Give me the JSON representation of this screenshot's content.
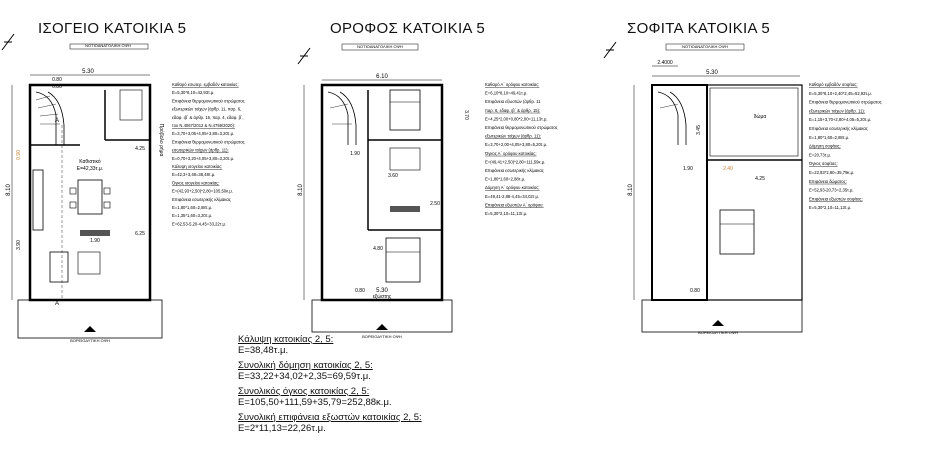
{
  "titles": {
    "ground": "ΙΣΟΓΕΙΟ ΚΑΤΟΙΚΙΑ 5",
    "floor": "ΟΡΟΦΟΣ ΚΑΤΟΙΚΙΑ 5",
    "attic": "ΣΟΦΙΤΑ ΚΑΤΟΙΚΙΑ 5"
  },
  "views": {
    "north": "ΝΟΤΙΟΑΝΑΤΟΛΙΚΗ ΟΨΗ",
    "south": "ΒΟΡΕΙΟΔΥΤΙΚΗ ΟΨΗ"
  },
  "ground": {
    "dim_top": "5.30",
    "dim_top_small": "0.80",
    "dim_side": "8.10",
    "room_label": "Καθιστικό",
    "room_area": "Ε=42,33τ.μ.",
    "side_label": "Πρόβολο ρήμα",
    "dims": [
      "1.90",
      "0.80",
      "6.25",
      "4.25",
      "3.90",
      "0.90"
    ],
    "section": "A"
  },
  "floor": {
    "dim_top": "6.10",
    "dim_bottom": "5.30",
    "dim_side": "8.10",
    "dims": [
      "3.70",
      "3.60",
      "1.90",
      "4.80",
      "2.50",
      "0.80"
    ],
    "balcony_label": "εξώστης"
  },
  "attic": {
    "dim_top": "5.30",
    "dim_top_left": "2.4000",
    "dim_side": "8.10",
    "dims": [
      "3.45",
      "2.40",
      "4.25",
      "1.90",
      "0.80"
    ],
    "terrace_label": "δώμα"
  },
  "notes": {
    "ground": [
      "Καθαρό εσωτερ. εμβαδόν κατοικίας:",
      "Ε=5,30*8,10=42,93τ.μ.",
      "Επιφάνεια θερμομονωτικού στρώματος",
      "εξωτερικών τοίχων (άρθρ. 11, παρ. 6,",
      "εδαφ. ιβ΄ & άρθρ. 15, παρ. 4, εδαφ. β΄,",
      "του Ν.4067/2012 & Ν.4759/2020):",
      "Ε=3,70+3,05+4,05+3,80=3,20τ.μ.",
      "Επιφάνεια θερμομονωτικού στρώματος",
      "εσωτερικών τοίχων (άρθρ. 11):",
      "Ε=0,70+3,20+4,05+3,80=3,20τ.μ.",
      "Κάλυψη ισογείου κατοικίας:",
      "Ε=42,3+3,48=38,48τ.μ.",
      "Όγκος ισογείου κατοικίας:",
      "Ε=(42,93+2,50)*2,80=105,50κ.μ.",
      "Επιφάνεια εσωτερικής κλίμακας",
      "Ε=1,80*1,60=2,88τ.μ.",
      "Ε=1,35*1,60=3,20τ.μ.",
      "Ε=62,53-5,20-4,45=33,22τ.μ."
    ],
    "floor": [
      "Καθαρό Α΄ ορόφου κατοικίας:",
      "Ε=6,10*8,10=49,41τ.μ.",
      "Επιφάνεια εξωστών (άρθρ. 11",
      "παρ. 6, εδαφ. ιβ΄ & άρθρ. 15):",
      "Ε=4,25*2,00+0,80*2,00=11,13τ.μ.",
      "Επιφάνεια θερμομονωτικού στρώματος",
      "εξωτερικών τοίχων (άρθρ. 11):",
      "Ε=3,70+2,00+4,05+3,80=5,20τ.μ.",
      "Όγκος Α΄ ορόφου κατοικίας:",
      "Ε=(49,41+2,50)*2,80=111,59κ.μ.",
      "Επιφάνεια εσωτερικής κλίμακας",
      "Ε=1,80*1,60=2,88τ.μ.",
      "Δόμηση Α΄ ορόφου κατοικίας:",
      "Ε=49,41-2,88-4,45=34,02τ.μ.",
      "Επιφάνεια εξωστών Α΄ ορόφου:",
      "Ε=5,30*2,10=11,13τ.μ."
    ],
    "attic": [
      "Καθαρό εμβαδόν σοφίτας:",
      "Ε=5,30*8,10+2,40*2,45=52,93τ.μ.",
      "Επιφάνεια θερμομονωτικού στρώματος",
      "εξωτερικών τοίχων (άρθρ. 11):",
      "Ε=1,15+3,70+2,80+4,05=5,20τ.μ.",
      "Επιφάνεια εσωτερικής κλίμακας",
      "Ε=1,80*1,60=2,88τ.μ.",
      "Δόμηση σοφίτας:",
      "Ε=20,73τ.μ.",
      "Όγκος σοφίτας:",
      "Ε=22,93*2,80=35,79κ.μ.",
      "Επιφάνεια δώματος:",
      "Ε=52,93-20,73=2,35τ.μ.",
      "Επιφάνεια εξωστών σοφίτας:",
      "Ε=5,30*2,10=11,13τ.μ."
    ]
  },
  "summary": [
    {
      "heading": "Κάλυψη κατοικίας 2, 5:",
      "value": "Ε=38,48τ.μ."
    },
    {
      "heading": "Συνολική δόμηση κατοικίας 2, 5:",
      "value": "Ε=33,22+34,02+2,35=69,59τ.μ."
    },
    {
      "heading": "Συνολικός όγκος κατοικίας 2, 5:",
      "value": "Ε=105,50+111,59+35,79=252,88κ.μ."
    },
    {
      "heading": "Συνολική επιφάνεια εξωστών κατοικίας 2, 5:",
      "value": "Ε=2*11,13=22,26τ.μ."
    }
  ]
}
